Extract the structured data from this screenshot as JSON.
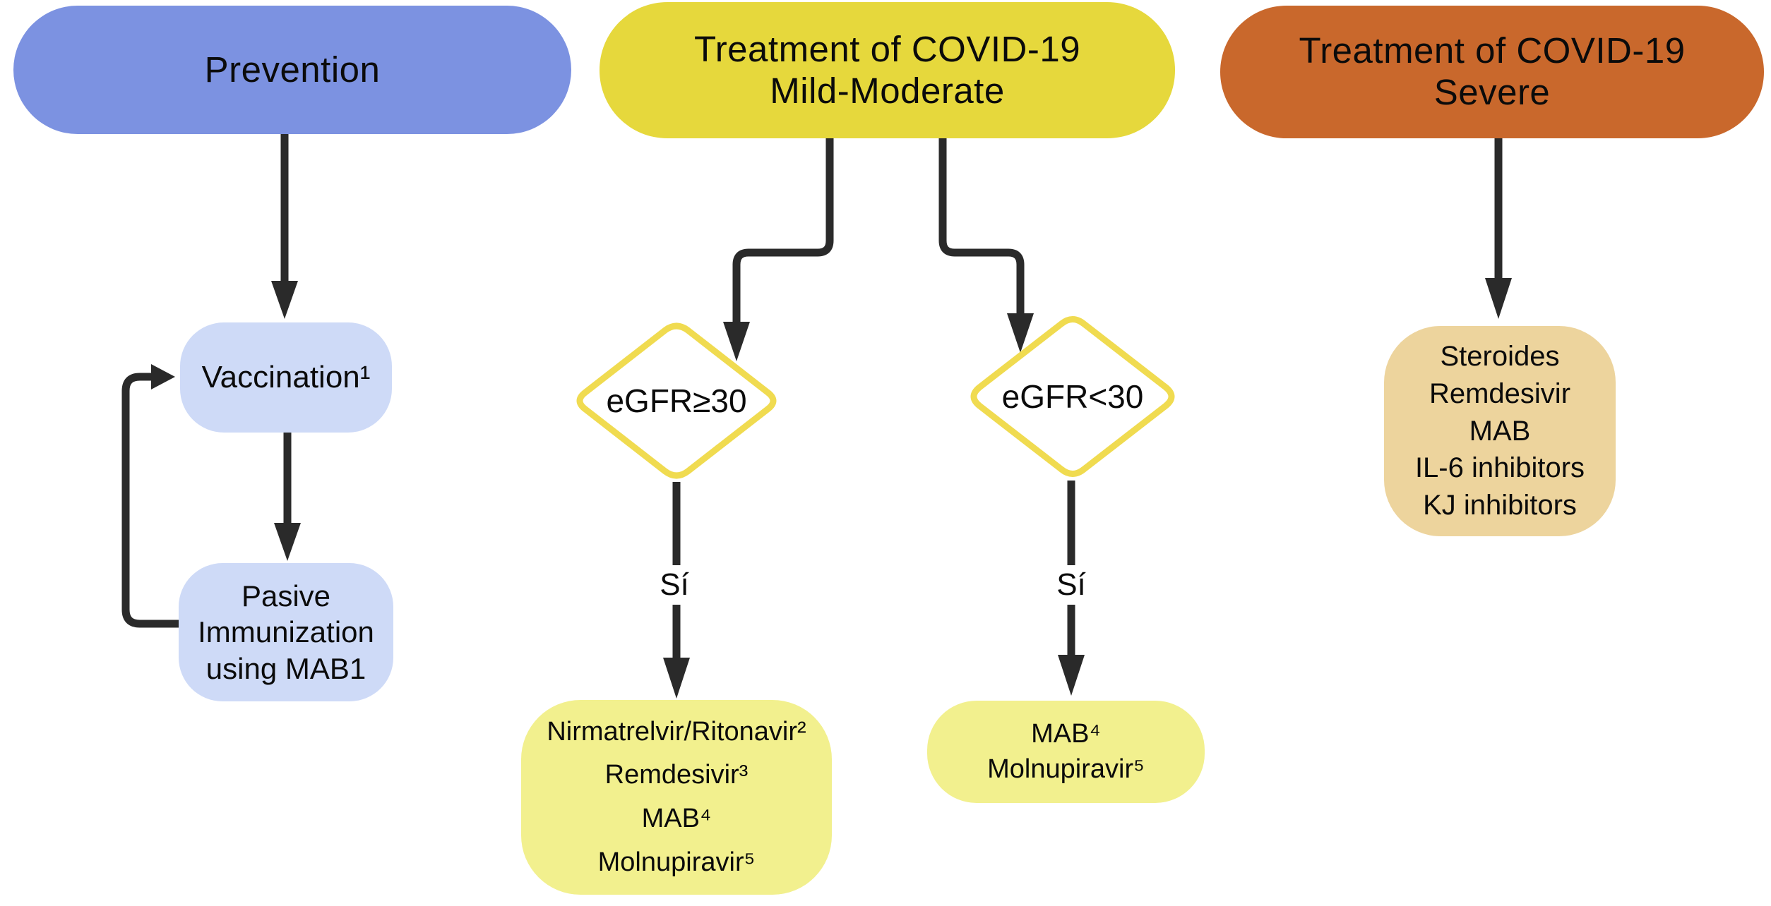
{
  "colors": {
    "prevention_fill": "#7C92E1",
    "mild_fill": "#E6D83C",
    "severe_fill": "#C9682C",
    "light_blue_fill": "#CEDAF7",
    "result_yellow_fill": "#F2F08E",
    "severe_box_fill": "#EDD49D",
    "diamond_border": "#F0DB50",
    "diamond_fill": "#FFFFFF",
    "arrow": "#2A2A2A",
    "text": "#0B0B0B",
    "background": "#FFFFFF"
  },
  "nodes": {
    "prevention": {
      "label": "Prevention"
    },
    "treatment_mild": {
      "title_lines": [
        "Treatment of COVID-19",
        "Mild-Moderate"
      ]
    },
    "treatment_severe": {
      "title_lines": [
        "Treatment of COVID-19",
        "Severe"
      ]
    },
    "vaccination": {
      "label": "Vaccination¹"
    },
    "passive_immunization": {
      "lines": [
        "Pasive",
        "Immunization",
        "using MAB1"
      ]
    },
    "decision_egfr_ge30": {
      "label": "eGFR≥30"
    },
    "decision_egfr_lt30": {
      "label": "eGFR<30"
    },
    "treatment_egfr_ge30": {
      "items": [
        "Nirmatrelvir/Ritonavir²",
        "Remdesivir³",
        "MAB⁴",
        "Molnupiravir⁵"
      ]
    },
    "treatment_egfr_lt30": {
      "items": [
        "MAB⁴",
        "Molnupiravir⁵"
      ]
    },
    "severe_treatment": {
      "items": [
        "Steroides",
        "Remdesivir",
        "MAB",
        "IL-6 inhibitors",
        "KJ inhibitors"
      ]
    }
  },
  "edge_labels": {
    "egfr_ge30_yes": "Sí",
    "egfr_lt30_yes": "Sí"
  }
}
